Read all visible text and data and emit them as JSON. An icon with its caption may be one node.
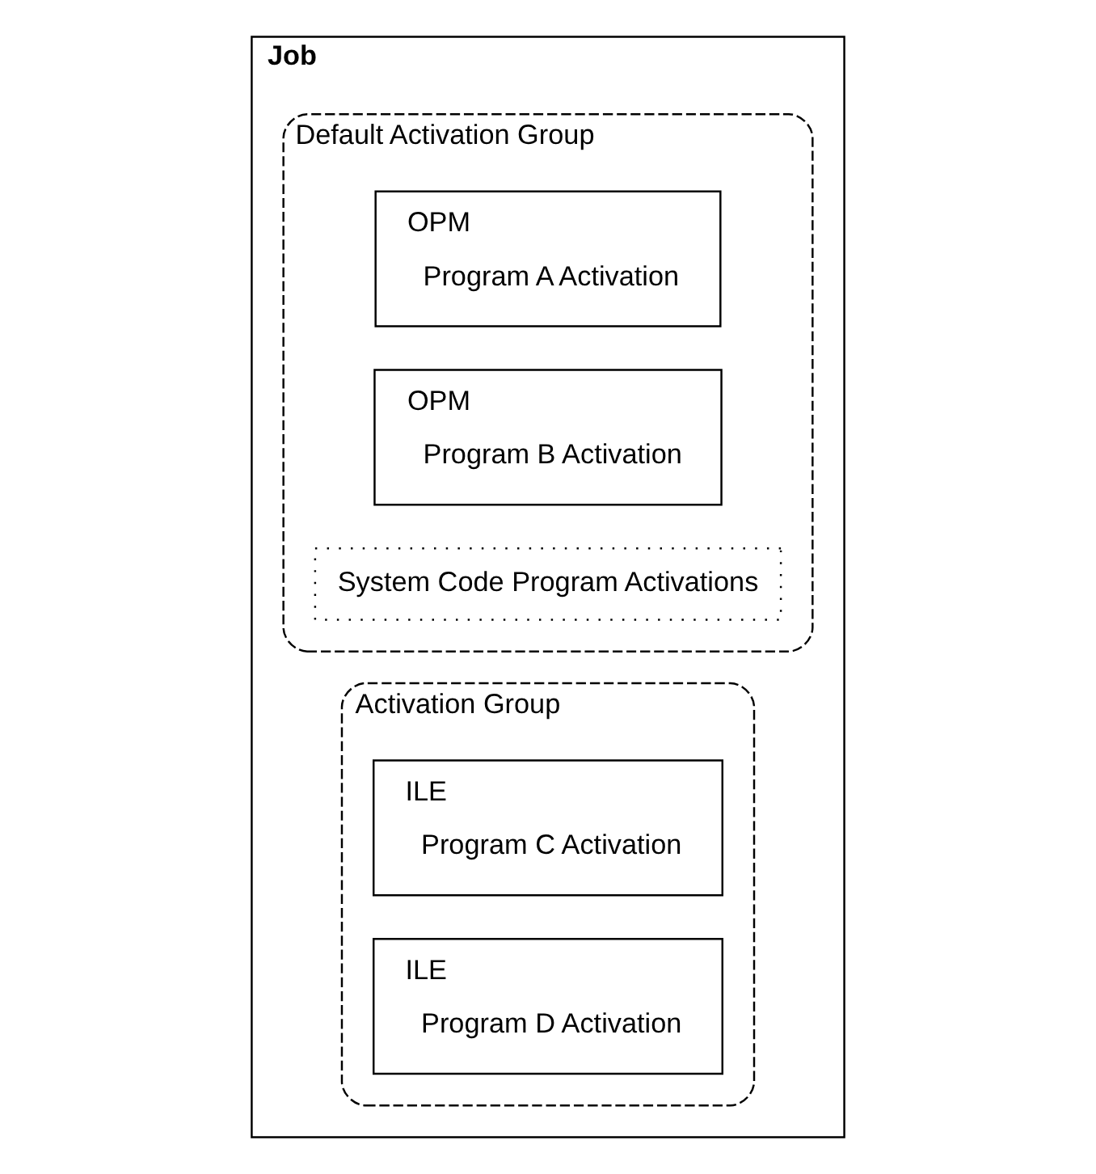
{
  "diagram": {
    "nodes": [
      {
        "text": [
          "Job"
        ]
      },
      {
        "text": [
          "Default Activation Group"
        ],
        "in": 0
      },
      {
        "text": [
          "OPM",
          "Program A Activation"
        ],
        "in": 1
      },
      {
        "text": [
          "OPM",
          "Program B Activation"
        ],
        "in": 1
      },
      {
        "text": [
          "System Code Program Activations"
        ],
        "in": 1
      },
      {
        "text": [
          "Activation Group"
        ],
        "in": 0
      },
      {
        "text": [
          "ILE",
          "Program C Activation"
        ],
        "in": 5
      },
      {
        "text": [
          "ILE",
          "Program D Activation"
        ],
        "in": 5
      }
    ],
    "edges": []
  }
}
